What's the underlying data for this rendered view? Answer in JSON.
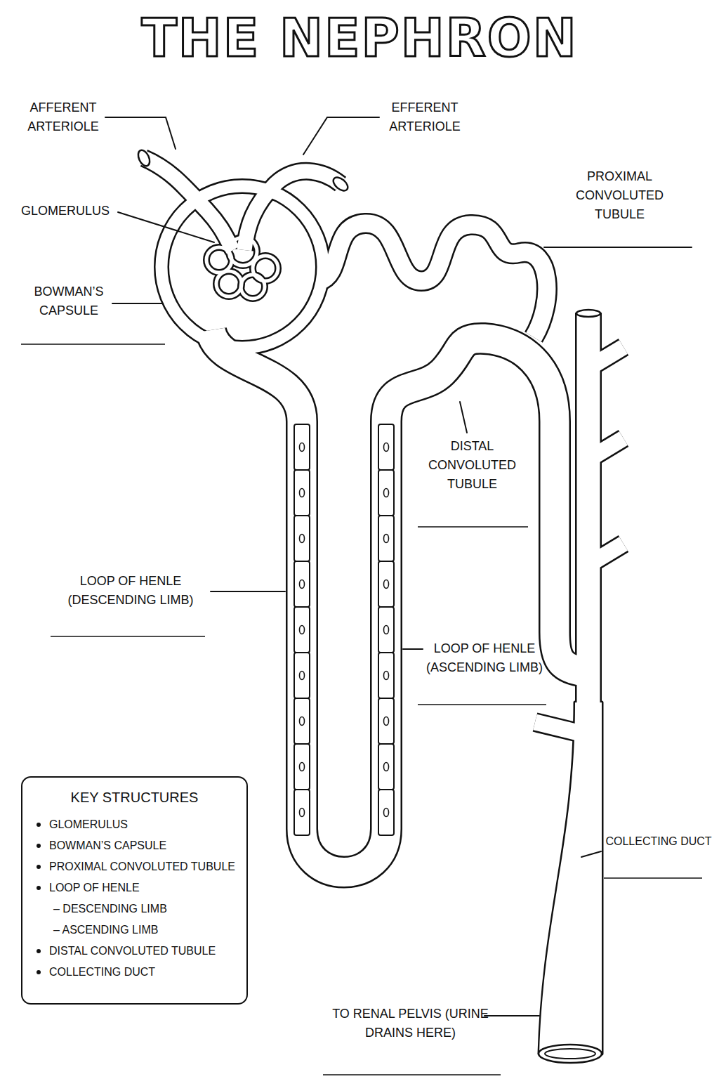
{
  "diagram": {
    "title": "THE NEPHRON",
    "nodes": [
      {
        "text": [
          "KEY STRUCTURES",
          "GLOMERULUS",
          "BOWMAN’S CAPSULE",
          "PROXIMAL CONVOLUTED TUBULE",
          "LOOP OF HENLE",
          "– DESCENDING LIMB",
          "– ASCENDING LIMB",
          "DISTAL CONVOLUTED TUBULE",
          "COLLECTING DUCT"
        ]
      }
    ],
    "labels": [
      "AFFERENT ARTERIOLE",
      "EFFERENT ARTERIOLE",
      "GLOMERULUS",
      "BOWMAN’S CAPSULE",
      "PROXIMAL CONVOLUTED TUBULE",
      "DISTAL CONVOLUTED TUBULE",
      "LOOP OF HENLE (DESCENDING LIMB)",
      "LOOP OF HENLE (ASCENDING LIMB)",
      "COLLECTING DUCT",
      "TO RENAL PELVIS (URINE DRAINS HERE)"
    ]
  }
}
